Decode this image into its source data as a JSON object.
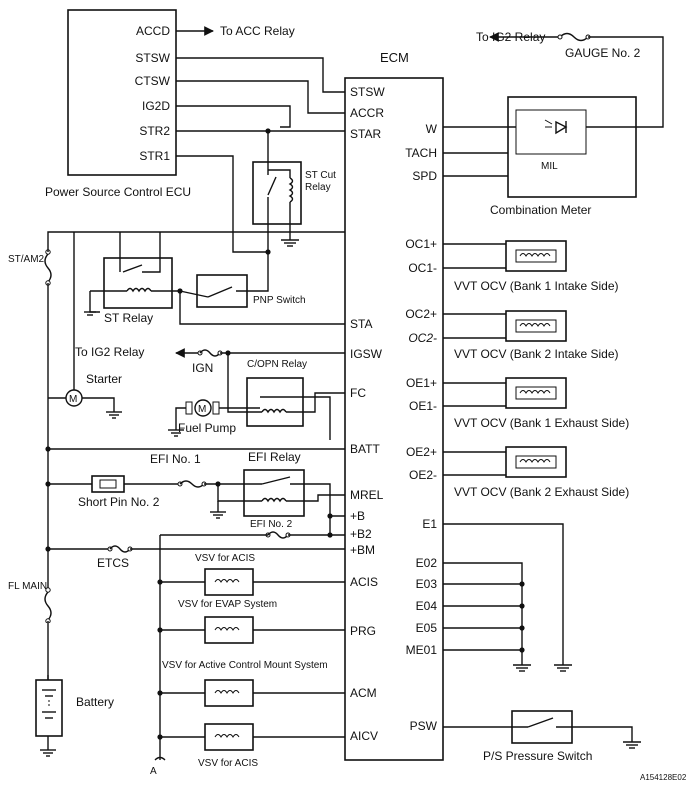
{
  "power_ecu": {
    "title": "Power Source Control ECU",
    "pins": [
      "ACCD",
      "STSW",
      "CTSW",
      "IG2D",
      "STR2",
      "STR1"
    ]
  },
  "ecm": {
    "title": "ECM",
    "left_pins": [
      "STSW",
      "ACCR",
      "STAR",
      "STA",
      "IGSW",
      "FC",
      "BATT",
      "MREL",
      "+B",
      "+B2",
      "+BM",
      "ACIS",
      "PRG",
      "ACM",
      "AICV"
    ],
    "right_pins": [
      "W",
      "TACH",
      "SPD",
      "OC1+",
      "OC1-",
      "OC2+",
      "OC2-",
      "OE1+",
      "OE1-",
      "OE2+",
      "OE2-",
      "E1",
      "E02",
      "E03",
      "E04",
      "E05",
      "ME01",
      "PSW"
    ]
  },
  "labels": {
    "to_acc_relay": "To ACC Relay",
    "to_ig2_relay_top": "To IG2 Relay",
    "gauge_no2": "GAUGE No. 2",
    "mil": "MIL",
    "combination_meter": "Combination Meter",
    "st_cut_relay": "ST Cut Relay",
    "st_am2": "ST/AM2",
    "st_relay": "ST Relay",
    "pnp_switch": "PNP Switch",
    "to_ig2_relay": "To IG2 Relay",
    "ign": "IGN",
    "copn_relay": "C/OPN Relay",
    "starter": "Starter",
    "fuel_pump": "Fuel Pump",
    "efi_no1": "EFI No. 1",
    "efi_relay": "EFI Relay",
    "short_pin": "Short Pin No. 2",
    "efi_no2": "EFI No. 2",
    "etcs": "ETCS",
    "vsv_acis_top": "VSV for ACIS",
    "vsv_evap": "VSV for EVAP System",
    "vsv_acm": "VSV for Active Control Mount System",
    "vsv_acis_bottom": "VSV for ACIS",
    "fl_main": "FL MAIN",
    "battery": "Battery",
    "connector_a": "A",
    "ps_switch": "P/S Pressure Switch",
    "ref_code": "A154128E02",
    "vvt1": "VVT OCV (Bank 1 Intake Side)",
    "vvt2": "VVT OCV (Bank 2 Intake Side)",
    "vvt3": "VVT OCV (Bank 1 Exhaust Side)",
    "vvt4": "VVT OCV (Bank 2 Exhaust Side)"
  }
}
